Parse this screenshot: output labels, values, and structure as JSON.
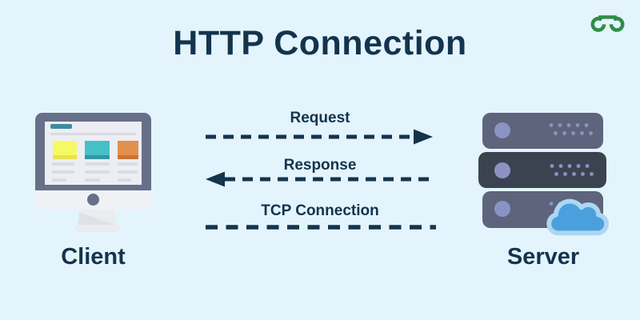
{
  "title": "HTTP Connection",
  "logo": {
    "name": "GeeksforGeeks",
    "color": "#2f8d46"
  },
  "client": {
    "label": "Client"
  },
  "server": {
    "label": "Server"
  },
  "flows": [
    {
      "label": "Request",
      "direction": "client-to-server"
    },
    {
      "label": "Response",
      "direction": "server-to-client"
    },
    {
      "label": "TCP Connection",
      "direction": "line-no-arrowheads"
    }
  ],
  "colors": {
    "background": "#e4f4fd",
    "text_and_arrows": "#13344d",
    "brand_green": "#2f8d46",
    "monitor_bezel": "#667089",
    "server_unit": "#5d647b",
    "server_unit_dark": "#3b4351",
    "server_accent": "#8b93c4",
    "cloud_fill": "#4aa0dd",
    "cloud_outline": "#aed6f2",
    "screen_card_yellow": "#f5f964",
    "screen_card_teal": "#45c0c6",
    "screen_card_orange": "#e2904e"
  }
}
